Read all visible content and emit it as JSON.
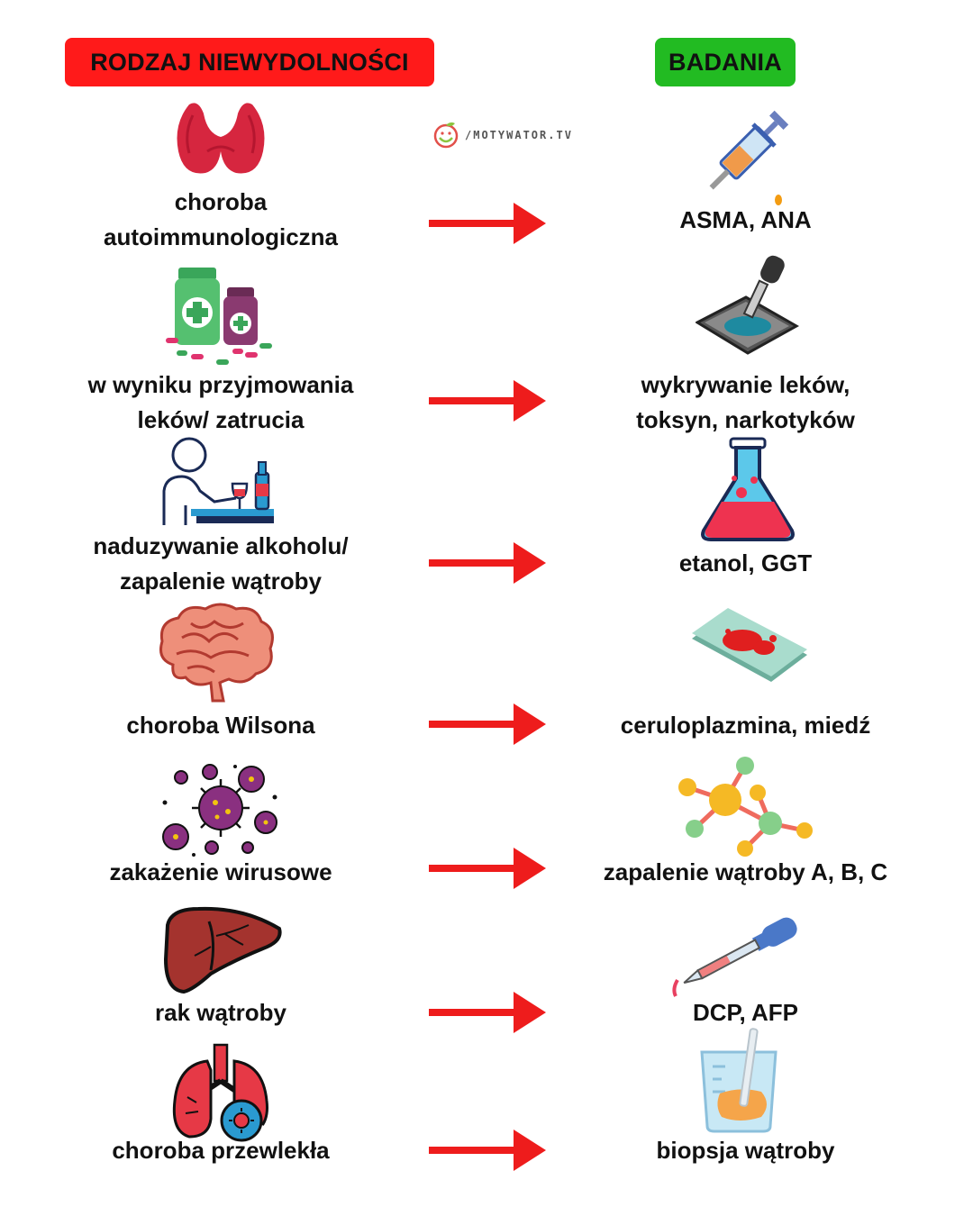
{
  "headers": {
    "left": "RODZAJ NIEWYDOLNOŚCI",
    "right": "BADANIA",
    "left_color": "#ff1a1a",
    "right_color": "#22bb22"
  },
  "logo": {
    "text": "/MOTYWATOR.TV",
    "icon": "smiley-leaf-icon"
  },
  "arrow_color": "#ee1c1c",
  "rows": [
    {
      "type": [
        "choroba",
        "autoimmunologiczna"
      ],
      "test": [
        "ASMA, ANA"
      ],
      "type_icon": "thyroid-icon",
      "test_icon": "syringe-icon"
    },
    {
      "type": [
        "w wyniku przyjmowania",
        "leków/ zatrucia"
      ],
      "test": [
        "wykrywanie leków,",
        "toksyn, narkotyków"
      ],
      "type_icon": "medicine-bottles-icon",
      "test_icon": "dropper-slide-icon"
    },
    {
      "type": [
        "naduzywanie alkoholu/",
        "zapalenie wątroby"
      ],
      "test": [
        "etanol, GGT"
      ],
      "type_icon": "drinking-person-icon",
      "test_icon": "flask-icon"
    },
    {
      "type": [
        "choroba Wilsona"
      ],
      "test": [
        "ceruloplazmina, miedź"
      ],
      "type_icon": "brain-icon",
      "test_icon": "blood-slide-icon"
    },
    {
      "type": [
        "zakażenie wirusowe"
      ],
      "test": [
        "zapalenie wątroby A, B, C"
      ],
      "type_icon": "virus-icon",
      "test_icon": "molecule-icon"
    },
    {
      "type": [
        "rak wątroby"
      ],
      "test": [
        "DCP, AFP"
      ],
      "type_icon": "liver-icon",
      "test_icon": "pipette-icon"
    },
    {
      "type": [
        "choroba przewlekła"
      ],
      "test": [
        "biopsja wątroby"
      ],
      "type_icon": "lungs-virus-icon",
      "test_icon": "beaker-sample-icon"
    }
  ]
}
